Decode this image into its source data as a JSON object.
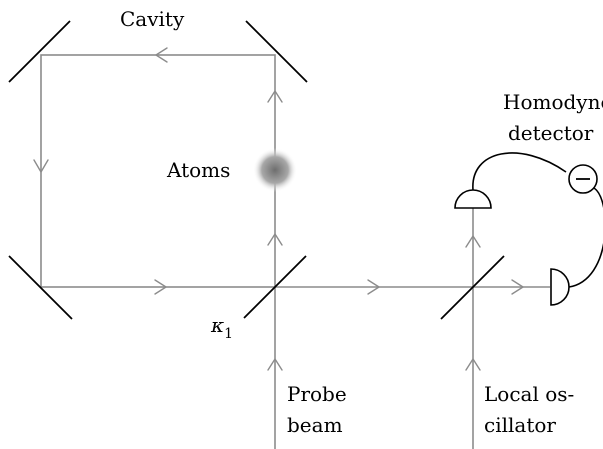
{
  "labels": {
    "cavity": "Cavity",
    "atoms": "Atoms",
    "homodyne_line1": "Homodyne",
    "homodyne_line2": "detector",
    "kappa_symbol": "κ",
    "kappa_subscript": "1",
    "probe_line1": "Probe",
    "probe_line2": "beam",
    "lo_line1": "Local os-",
    "lo_line2": "cillator"
  },
  "colors": {
    "beam": "#8c8c8c",
    "optics": "#000000",
    "atoms_center": "#7a7a7a",
    "atoms_edge": "#ffffff"
  }
}
